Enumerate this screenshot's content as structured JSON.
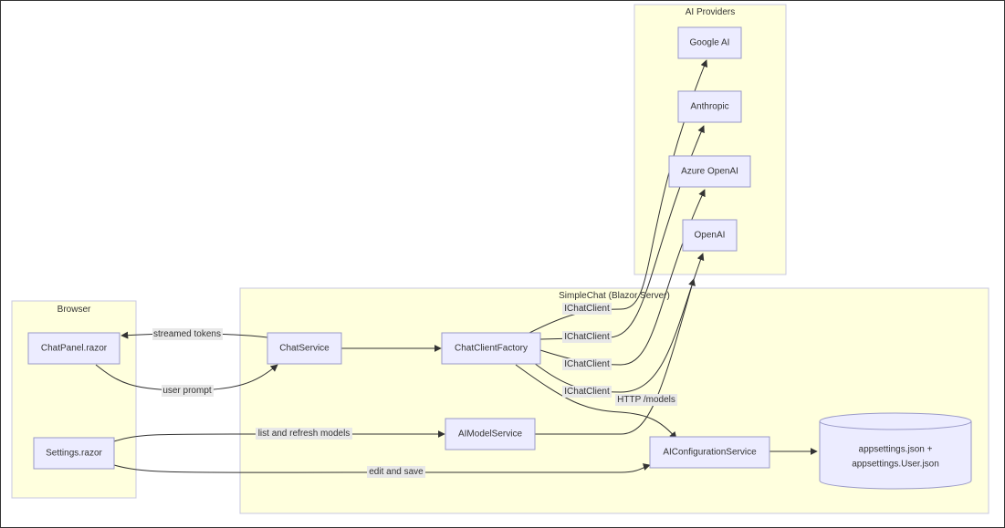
{
  "clusters": {
    "providers": "AI Providers",
    "simplechat": "SimpleChat (Blazor Server)",
    "browser": "Browser"
  },
  "nodes": {
    "google": "Google AI",
    "anthropic": "Anthropic",
    "azure": "Azure OpenAI",
    "openai": "OpenAI",
    "chatpanel": "ChatPanel.razor",
    "settings": "Settings.razor",
    "chatservice": "ChatService",
    "factory": "ChatClientFactory",
    "modelservice": "AIModelService",
    "configservice": "AIConfigurationService",
    "appsettings_line1": "appsettings.json +",
    "appsettings_line2": "appsettings.User.json"
  },
  "edges": {
    "streamed_tokens": "streamed tokens",
    "user_prompt": "user prompt",
    "ichat1": "IChatClient",
    "ichat2": "IChatClient",
    "ichat3": "IChatClient",
    "ichat4": "IChatClient",
    "http_models": "HTTP /models",
    "list_refresh": "list and refresh models",
    "edit_save": "edit and save"
  },
  "colors": {
    "cluster_fill": "#ffffde",
    "node_fill": "#ececff",
    "node_stroke": "#9a9ac8",
    "edge": "#333333"
  }
}
